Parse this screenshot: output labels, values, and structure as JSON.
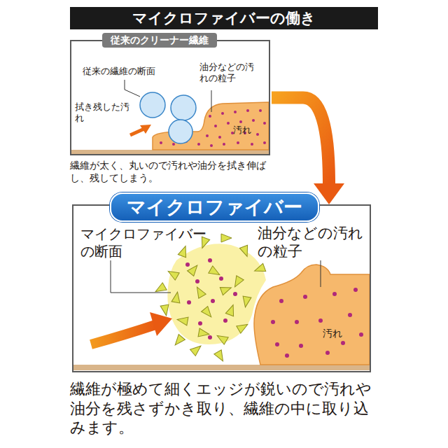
{
  "diagram": {
    "title": "マイクロファイバーの働き",
    "nodes": [
      {
        "text": [
          "従来のクリーナー繊維"
        ]
      },
      {
        "text": [
          "マイクロファイバー"
        ]
      }
    ],
    "edges": [
      {
        "from": 0,
        "to": 1,
        "arrow": "to"
      }
    ],
    "labels": [
      "従来の繊維の断面",
      "油分などの汚れの粒子",
      "拭き残した汚れ",
      "汚れ",
      "繊維が太く、丸いので汚れや油分を拭き伸ばし、残してしまう。",
      "マイクロファイバーの断面",
      "油分などの汚れの粒子",
      "汚れ",
      "繊維が極めて細くエッジが鋭いので汚れや油分を残さずかき取り、繊維の中に取り込みます。"
    ]
  }
}
